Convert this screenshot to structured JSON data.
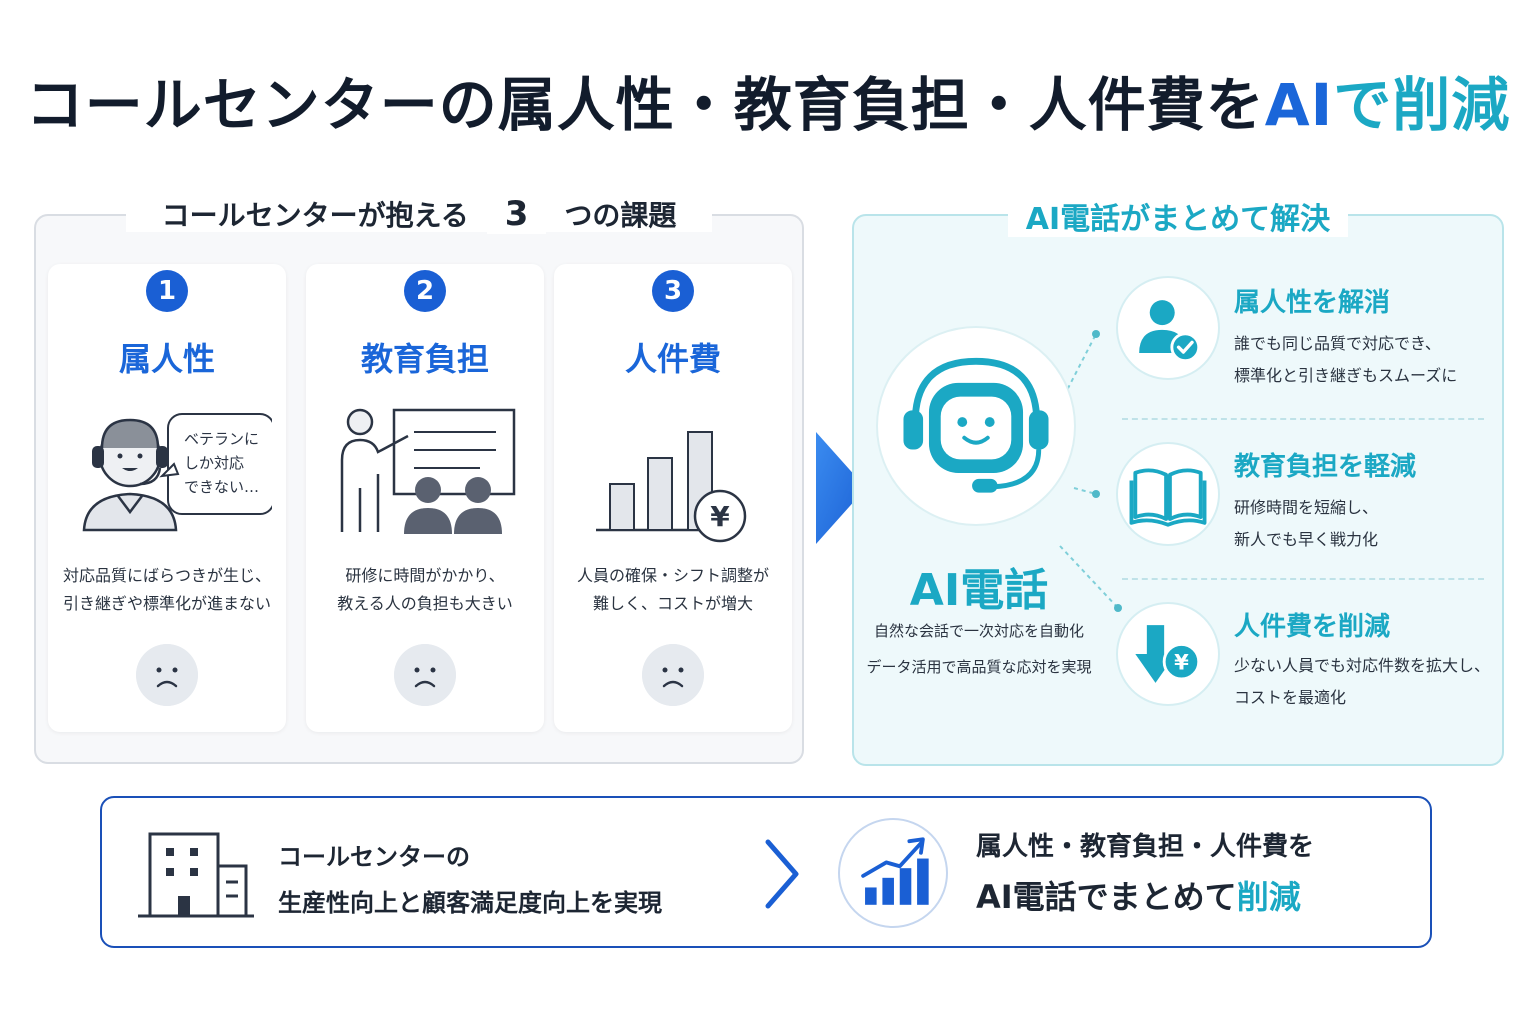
{
  "title": {
    "main": "コールセンターの属人性・教育負担・人件費を",
    "ai": "AI",
    "de": "で",
    "cut": "削減"
  },
  "left": {
    "label_a": "コールセンターが抱える",
    "label_num": "3",
    "label_b": "つの課題",
    "cards": [
      {
        "num": "1",
        "title": "属人性",
        "bubble": [
          "ベテランに",
          "しか対応",
          "できない…"
        ],
        "desc": [
          "対応品質にばらつきが生じ、",
          "引き継ぎや標準化が進まない"
        ]
      },
      {
        "num": "2",
        "title": "教育負担",
        "desc": [
          "研修に時間がかかり、",
          "教える人の負担も大きい"
        ]
      },
      {
        "num": "3",
        "title": "人件費",
        "yen": "¥",
        "desc": [
          "人員の確保・シフト調整が",
          "難しく、コストが増大"
        ]
      }
    ]
  },
  "right": {
    "label": "AI電話がまとめて解決",
    "ai_title": "AI電話",
    "ai_desc": [
      "自然な会話で一次対応を自動化",
      "データ活用で高品質な応対を実現"
    ],
    "solutions": [
      {
        "title": "属人性を解消",
        "desc": [
          "誰でも同じ品質で対応でき、",
          "標準化と引き継ぎもスムーズに"
        ]
      },
      {
        "title": "教育負担を軽減",
        "desc": [
          "研修時間を短縮し、",
          "新人でも早く戦力化"
        ]
      },
      {
        "title": "人件費を削減",
        "yen": "¥",
        "desc": [
          "少ない人員でも対応件数を拡大し、",
          "コストを最適化"
        ]
      }
    ]
  },
  "bottom": {
    "line1": "コールセンターの",
    "line2": "生産性向上と顧客満足度向上を実現",
    "line3": "属人性・教育負担・人件費を",
    "line4a": "AI電話でまとめて",
    "line4b": "削減"
  },
  "colors": {
    "blue": "#1a66d9",
    "teal": "#1ba8c4",
    "navy": "#1a50b8"
  }
}
